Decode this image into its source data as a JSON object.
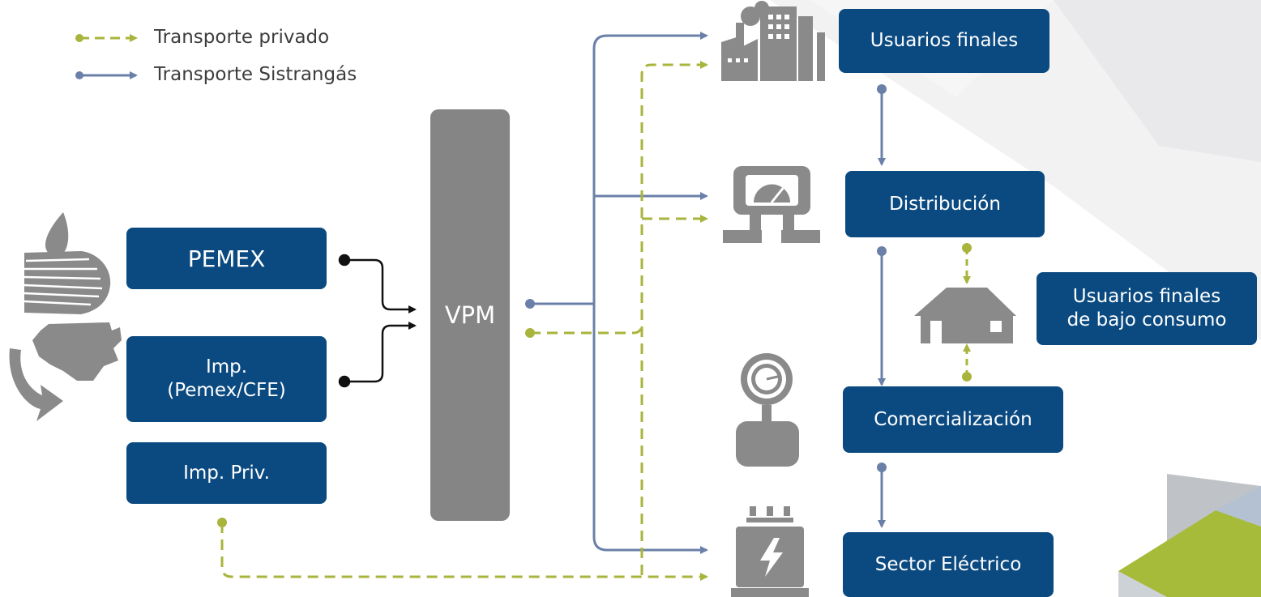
{
  "legend": [
    {
      "label": "Transporte privado",
      "style": "dashed",
      "color": "#a9b43c"
    },
    {
      "label": "Transporte Sistrangás",
      "style": "solid",
      "color": "#6b80a8"
    }
  ],
  "sources": {
    "pemex": "PEMEX",
    "imp": "Imp.\n(Pemex/CFE)",
    "imp_priv": "Imp. Priv."
  },
  "hub": "VPM",
  "destinations": {
    "usuarios_finales": "Usuarios finales",
    "distribucion": "Distribución",
    "usuarios_bajo_consumo": "Usuarios finales\nde bajo consumo",
    "comercializacion": "Comercialización",
    "sector_electrico": "Sector Eléctrico"
  },
  "icons": [
    "pemex-eagle-icon",
    "usa-map-arrow-icon",
    "factory-icon",
    "meter-station-icon",
    "house-icon",
    "pressure-gauge-icon",
    "transformer-icon"
  ],
  "colors": {
    "box": "#0b4a80",
    "vpm": "#858585",
    "sistrangas": "#6b80a8",
    "privado": "#a9b43c",
    "icon": "#8a8a8a"
  }
}
